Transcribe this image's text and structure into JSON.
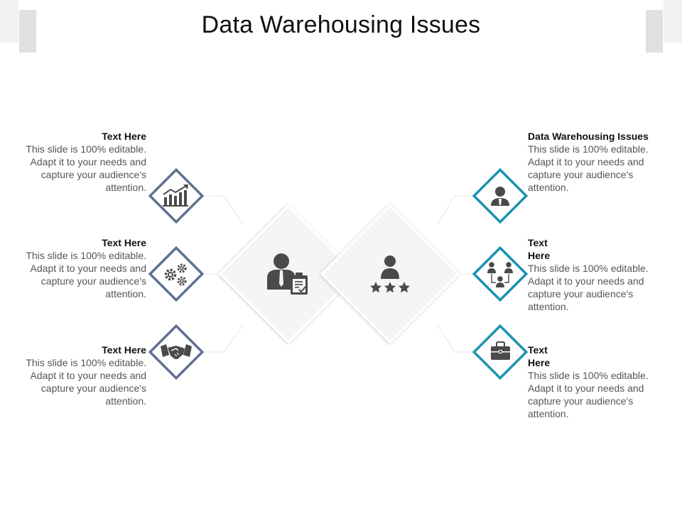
{
  "slide": {
    "title": "Data Warehousing Issues"
  },
  "colors": {
    "left_border": "#5f7291",
    "right_border": "#1a93b3",
    "icon": "#4a4a4a",
    "center_fill": "#f5f5f5"
  },
  "center": {
    "left_icon": "businessman-clipboard-icon",
    "right_icon": "person-three-stars-icon"
  },
  "items": [
    {
      "id": "left-1",
      "side": "left",
      "heading": "Text Here",
      "body": "This slide is 100% editable. Adapt it to your needs and capture your audience's attention.",
      "icon": "bar-chart-growth-icon"
    },
    {
      "id": "left-2",
      "side": "left",
      "heading": "Text Here",
      "body": "This slide is 100% editable. Adapt it to your needs and capture your audience's attention.",
      "icon": "gears-icon"
    },
    {
      "id": "left-3",
      "side": "left",
      "heading": "Text Here",
      "body": "This slide is 100% editable. Adapt it to your needs and capture your audience's attention.",
      "icon": "handshake-icon"
    },
    {
      "id": "right-1",
      "side": "right",
      "heading": "Data Warehousing Issues",
      "body": "This slide is 100% editable. Adapt it to your needs and capture your audience's attention.",
      "icon": "user-icon"
    },
    {
      "id": "right-2",
      "side": "right",
      "heading": "Text Here",
      "body": "This slide is 100% editable. Adapt it to your needs and capture your audience's attention.",
      "icon": "team-network-icon"
    },
    {
      "id": "right-3",
      "side": "right",
      "heading": "Text Here",
      "body": "This slide is 100% editable. Adapt it to your needs and capture your audience's attention.",
      "icon": "briefcase-icon"
    }
  ]
}
